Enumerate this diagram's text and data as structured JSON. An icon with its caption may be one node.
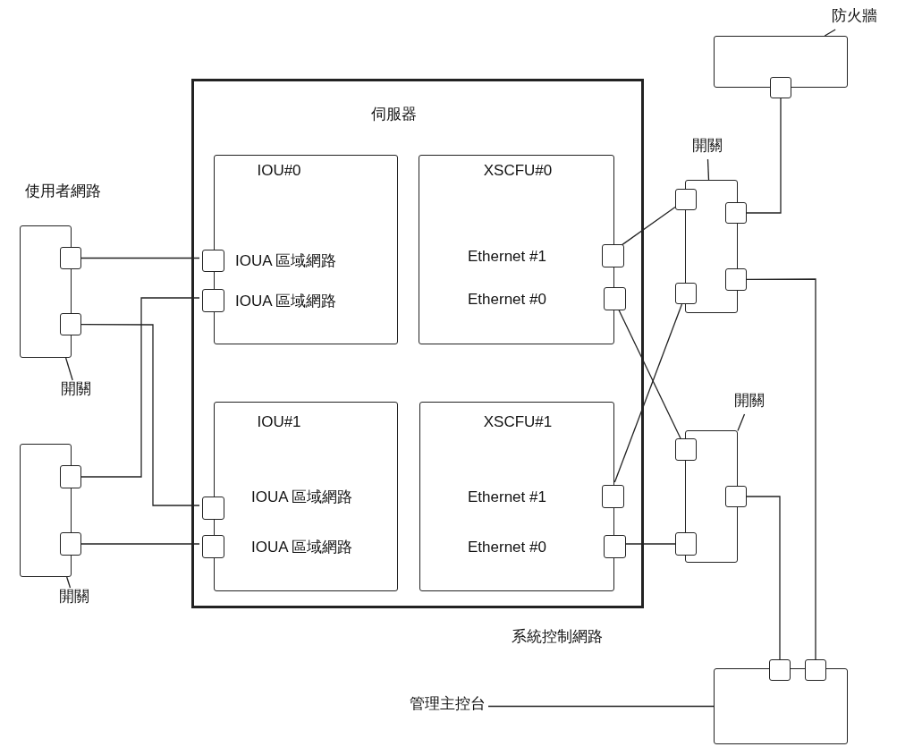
{
  "diagram": {
    "nodes": [
      {
        "text": [
          "伺服器"
        ]
      },
      {
        "text": [
          "IOU#0",
          "IOUA 區域網路",
          "IOUA 區域網路"
        ],
        "in": 0
      },
      {
        "text": [],
        "shape": "box",
        "in": 0
      },
      {
        "text": [],
        "shape": "box",
        "in": 0
      },
      {
        "text": [
          "XSCFU#0",
          "Ethernet #1",
          "Ethernet #0"
        ],
        "in": 0
      },
      {
        "text": [],
        "shape": "box",
        "in": 0
      },
      {
        "text": [],
        "shape": "box",
        "in": 0
      },
      {
        "text": [
          "IOU#1",
          "IOUA 區域網路",
          "IOUA 區域網路"
        ],
        "in": 0
      },
      {
        "text": [],
        "shape": "box",
        "in": 0
      },
      {
        "text": [],
        "shape": "box",
        "in": 0
      },
      {
        "text": [
          "XSCFU#1",
          "Ethernet #1",
          "Ethernet #0"
        ],
        "in": 0
      },
      {
        "text": [],
        "shape": "box",
        "in": 0
      },
      {
        "text": [],
        "shape": "box",
        "in": 0
      },
      {
        "text": [],
        "shape": "box"
      },
      {
        "text": [],
        "shape": "box"
      },
      {
        "text": [],
        "shape": "box"
      },
      {
        "text": [
          "開關"
        ]
      },
      {
        "text": [],
        "shape": "box"
      },
      {
        "text": [],
        "shape": "box"
      },
      {
        "text": [],
        "shape": "box"
      },
      {
        "text": [
          "開關"
        ]
      },
      {
        "text": [
          "防火牆"
        ]
      },
      {
        "text": [],
        "shape": "box"
      },
      {
        "text": [],
        "shape": "box"
      },
      {
        "text": [
          "開關"
        ]
      },
      {
        "text": [],
        "shape": "box"
      },
      {
        "text": [],
        "shape": "box"
      },
      {
        "text": [],
        "shape": "box"
      },
      {
        "text": [],
        "shape": "box"
      },
      {
        "text": [],
        "shape": "box"
      },
      {
        "text": [
          "開關"
        ]
      },
      {
        "text": [],
        "shape": "box"
      },
      {
        "text": [],
        "shape": "box"
      },
      {
        "text": [],
        "shape": "box"
      },
      {
        "text": [],
        "shape": "box"
      },
      {
        "text": [
          "管理主控台"
        ]
      },
      {
        "text": [],
        "shape": "box"
      },
      {
        "text": [],
        "shape": "box"
      },
      {
        "text": [],
        "shape": "box"
      }
    ],
    "edges": [
      {
        "from": 14,
        "to": 2,
        "arrow": "none"
      },
      {
        "from": 15,
        "to": 8,
        "arrow": "none"
      },
      {
        "from": 18,
        "to": 3,
        "arrow": "none"
      },
      {
        "from": 19,
        "to": 9,
        "arrow": "none"
      },
      {
        "from": 5,
        "to": 26,
        "arrow": "none"
      },
      {
        "from": 6,
        "to": 32,
        "arrow": "none"
      },
      {
        "from": 11,
        "to": 27,
        "arrow": "none"
      },
      {
        "from": 12,
        "to": 33,
        "arrow": "none"
      },
      {
        "from": 28,
        "to": 23,
        "arrow": "none"
      },
      {
        "from": 29,
        "to": 38,
        "arrow": "none"
      },
      {
        "from": 34,
        "to": 37,
        "arrow": "none"
      },
      {
        "from": 16,
        "to": 13,
        "arrow": "none"
      },
      {
        "from": 20,
        "to": 17,
        "arrow": "none"
      },
      {
        "from": 21,
        "to": 22,
        "arrow": "none"
      },
      {
        "from": 24,
        "to": 25,
        "arrow": "none"
      },
      {
        "from": 30,
        "to": 31,
        "arrow": "none"
      },
      {
        "from": 35,
        "to": 36,
        "arrow": "none"
      }
    ],
    "labels": [
      "使用者網路",
      "系統控制網路"
    ]
  }
}
